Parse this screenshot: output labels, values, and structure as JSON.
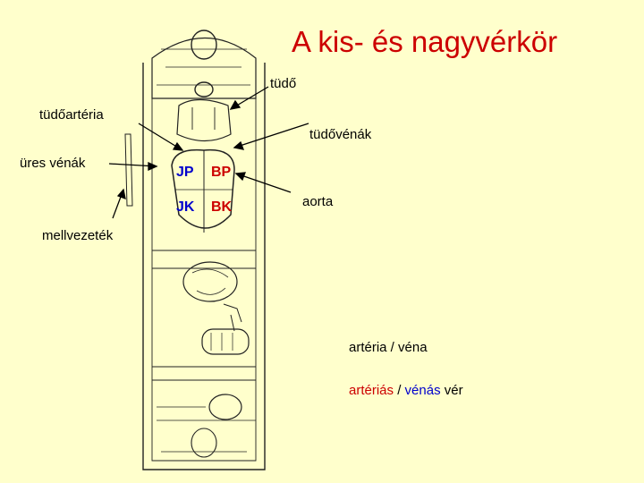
{
  "title": "A kis- és nagyvérkör",
  "labels": {
    "lung": "tüdő",
    "pulmonary_artery": "tüdőartéria",
    "pulmonary_veins": "tüdővénák",
    "vena_cava": "üres vénák",
    "aorta": "aorta",
    "thoracic_duct": "mellvezeték"
  },
  "chambers": {
    "right_atrium": "JP",
    "left_atrium": "BP",
    "right_ventricle": "JK",
    "left_ventricle": "BK"
  },
  "legend": {
    "line1": "artéria / véna",
    "arterial": "artériás",
    "separator": " / ",
    "venous": "vénás",
    "word_blood": " vér"
  },
  "colors": {
    "background": "#FFFFCC",
    "title": "#CC0000",
    "arterial": "#CC0000",
    "venous": "#0000CC"
  }
}
